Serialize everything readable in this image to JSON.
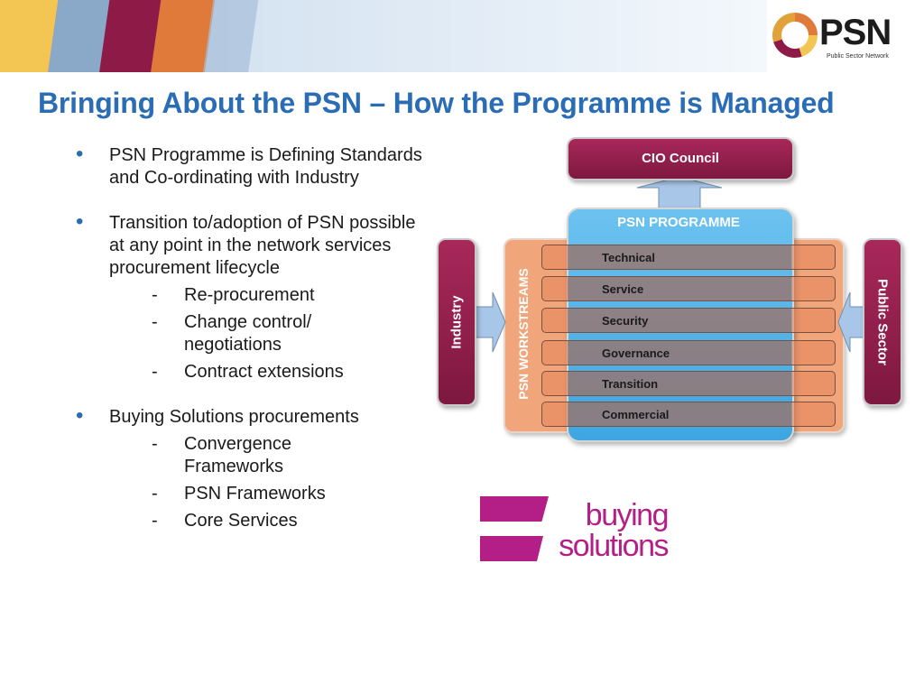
{
  "logo": {
    "name": "PSN",
    "tagline": "Public Sector Network"
  },
  "title": "Bringing About the PSN – How the Programme is Managed",
  "bullets": [
    {
      "text": "PSN Programme is Defining Standards and Co-ordinating with Industry",
      "subs": []
    },
    {
      "text": "Transition to/adoption of PSN possible at any point in the network services procurement lifecycle",
      "subs": [
        "Re-procurement",
        "Change control/ negotiations",
        "Contract extensions"
      ]
    },
    {
      "text": "Buying Solutions procurements",
      "subs": [
        "Convergence Frameworks",
        "PSN Frameworks",
        "Core Services"
      ]
    }
  ],
  "bullet_glyph": "•",
  "sub_glyph": "-",
  "diagram": {
    "top_box": "CIO Council",
    "left_box": "Industry",
    "right_box": "Public Sector",
    "programme_label": "PSN PROGRAMME",
    "workstreams_label": "PSN WORKSTREAMS",
    "workstreams": [
      "Technical",
      "Service",
      "Security",
      "Governance",
      "Transition",
      "Commercial"
    ]
  },
  "buying_solutions_logo": {
    "line1": "buying",
    "line2": "solutions"
  },
  "colors": {
    "title": "#2a6db5",
    "crimson": "#8e1b47",
    "programme_blue": "#4fb3e8",
    "workstream_orange": "#f0a67a",
    "buying_solutions": "#b31f86"
  }
}
